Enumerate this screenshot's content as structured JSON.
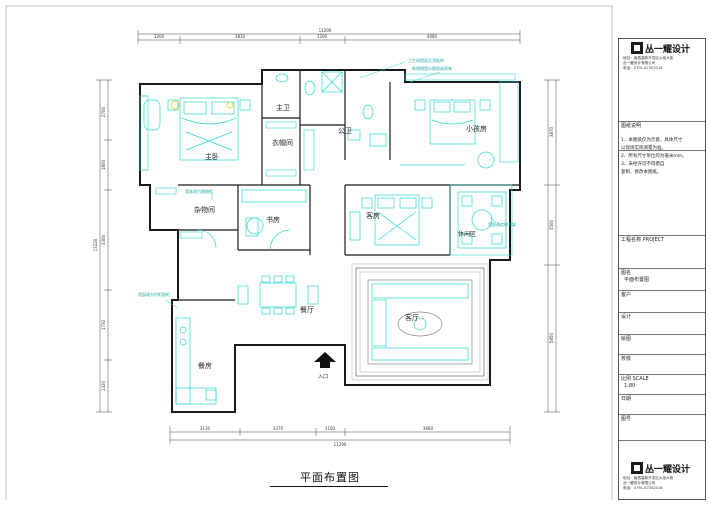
{
  "rooms": {
    "master_bedroom": "主卧",
    "master_bath": "主卫",
    "walk_in_closet": "衣帽间",
    "public_bath": "公卫",
    "small_kids_room": "小孩房",
    "storage_room": "杂物间",
    "study": "书房",
    "guest_room": "客房",
    "leisure_room": "休闲区",
    "dining_room": "餐厅",
    "living_room": "客厅",
    "kitchen": "餐房",
    "entrance": "入口"
  },
  "annotations": {
    "top_note_1": "卫生间墙面至顶贴砖",
    "top_note_2": "新增隔墙分割保留原有",
    "storage_note": "墙体改为储物柜",
    "leisure_note": "墙面改造做书架",
    "kitchen_note": "墙面改为吊柜厨柜"
  },
  "dimensions": {
    "top_overall": "11290",
    "top_segments": [
      "1200",
      "3810",
      "1200",
      "4080"
    ],
    "bottom_overall": "11290",
    "bottom_segments": [
      "3110",
      "3370",
      "1160",
      "3660"
    ],
    "left_segments": [
      "2700",
      "1800",
      "3300",
      "1730",
      "1430"
    ],
    "left_overall": "13220",
    "right_segments": [
      "3870",
      "3500",
      "5850"
    ]
  },
  "title_block": {
    "company_name": "丛一耀设计",
    "company_lines": [
      "地址：南昌高新开发区火炬大街",
      "丛一耀设计有限公司",
      "电话：0791-87302016"
    ],
    "notes_header": "图纸说明",
    "notes": [
      "1、本图纸仅为示意，具体尺寸",
      "   以现场实际测量为准。",
      "2、所有尺寸单位均为毫米mm。",
      "3、未经许可不得擅自",
      "   复制、修改本图纸。"
    ],
    "project_label": "工程名称 PROJECT",
    "drawing_label": "图名",
    "drawing_name": "平面布置图",
    "client_label": "客户",
    "design_label": "设计",
    "draw_label": "绘图",
    "check_label": "校核",
    "scale_label": "比例 SCALE",
    "scale_value": "1:80",
    "date_label": "日期",
    "no_label": "图号"
  },
  "drawing_title": "平面布置图",
  "colors": {
    "wall": "#1a1a1a",
    "furniture": "#2bd3d3",
    "dimension": "#333333",
    "text": "#222222"
  }
}
